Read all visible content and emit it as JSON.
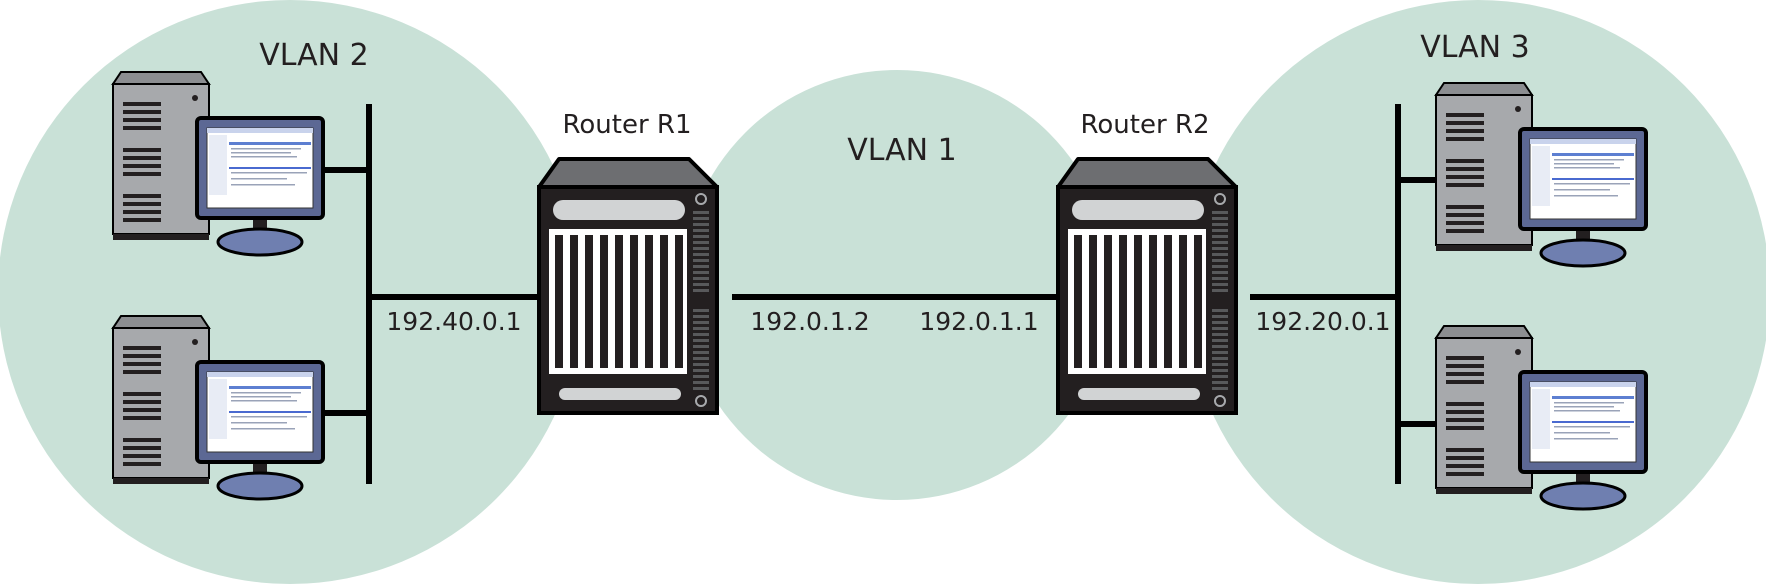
{
  "diagram": {
    "vlans": [
      {
        "id": "vlan2",
        "label": "VLAN 2"
      },
      {
        "id": "vlan1",
        "label": "VLAN 1"
      },
      {
        "id": "vlan3",
        "label": "VLAN 3"
      }
    ],
    "routers": [
      {
        "id": "r1",
        "label": "Router R1"
      },
      {
        "id": "r2",
        "label": "Router R2"
      }
    ],
    "interfaces": [
      {
        "id": "if-vlan2",
        "label": "192.40.0.1"
      },
      {
        "id": "if-r1-vlan1",
        "label": "192.0.1.2"
      },
      {
        "id": "if-r2-vlan1",
        "label": "192.0.1.1"
      },
      {
        "id": "if-vlan3",
        "label": "192.20.0.1"
      }
    ],
    "workstation_count": 4
  },
  "colors": {
    "zone_fill": "#c9e1d7",
    "router_dark": "#231f20",
    "router_top": "#6d6e71",
    "tower_body": "#a7a9ac",
    "tower_top": "#8c8e91",
    "monitor_frame": "#5c6894"
  }
}
